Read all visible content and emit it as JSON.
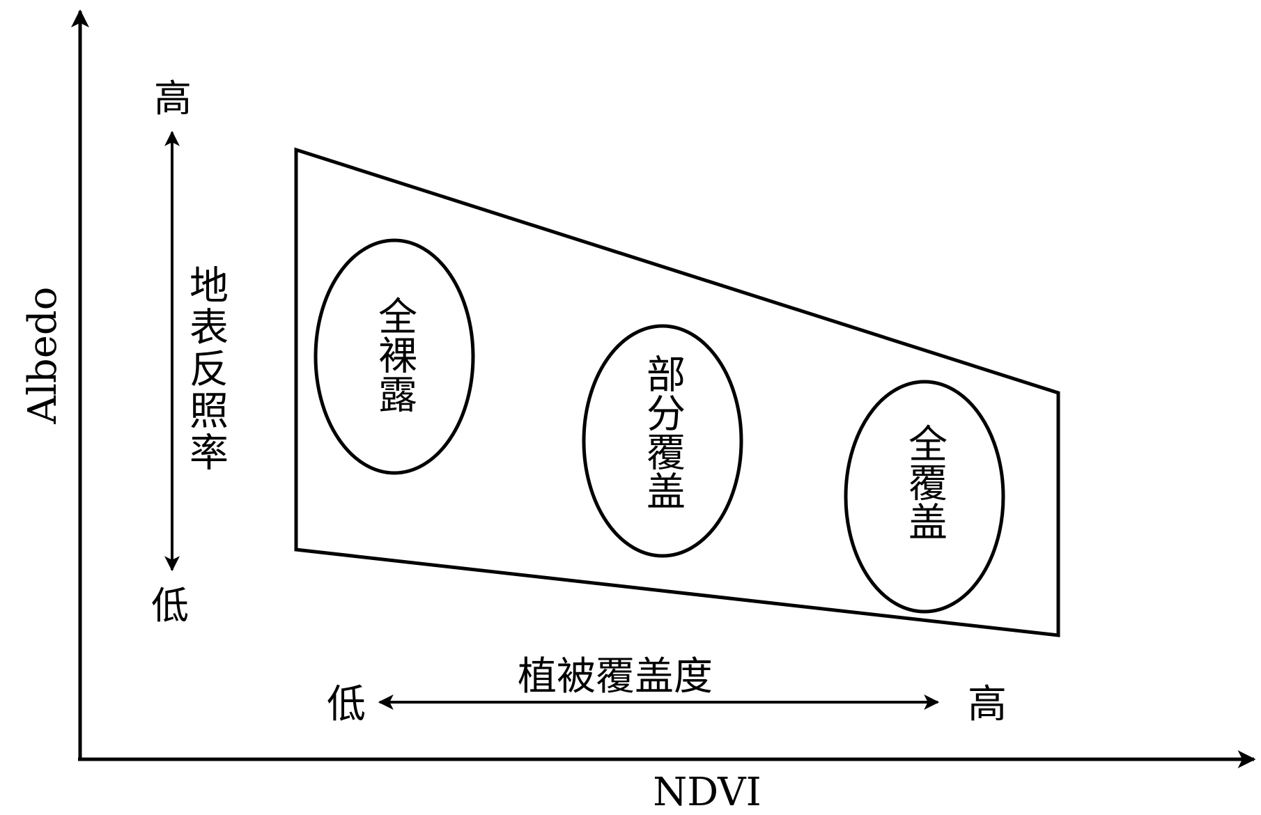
{
  "axes": {
    "x_label": "NDVI",
    "y_label": "Albedo"
  },
  "reflectance_scale": {
    "high": "高",
    "title": "地表反照率",
    "low": "低"
  },
  "coverage_scale": {
    "title": "植被覆盖度",
    "low": "低",
    "high": "高"
  },
  "regions": [
    {
      "label": "全裸露"
    },
    {
      "label": "部分覆盖"
    },
    {
      "label": "全覆盖"
    }
  ],
  "colors": {
    "line": "#000000",
    "background": "#ffffff"
  }
}
